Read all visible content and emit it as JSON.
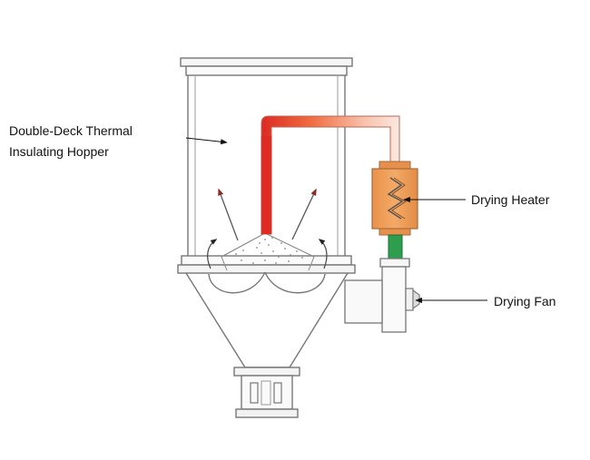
{
  "labels": {
    "hopper_line1": "Double-Deck Thermal",
    "hopper_line2": "Insulating Hopper",
    "heater": "Drying Heater",
    "fan": "Drying Fan"
  },
  "colors": {
    "outline": "#777777",
    "hot_pipe": "#e02a22",
    "warm_pipe": "#f4a98a",
    "heater_body": "#f0a05c",
    "fan_pipe": "#2e9e4e",
    "arrow_head": "#8a2a2a"
  }
}
